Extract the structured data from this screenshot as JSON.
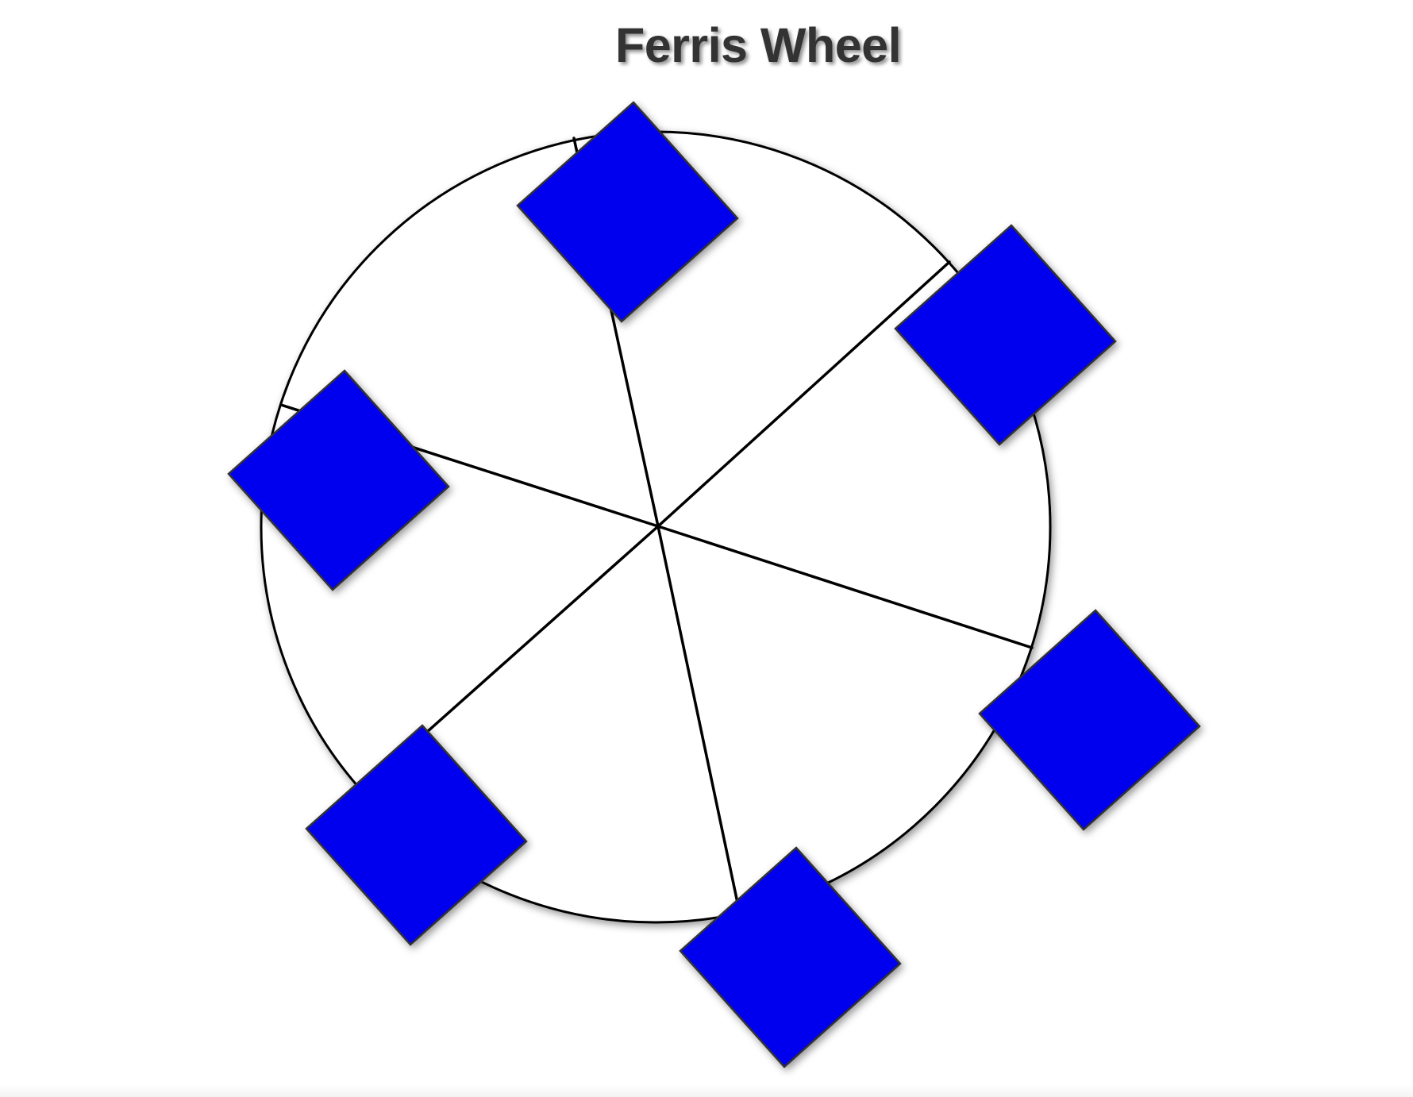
{
  "page": {
    "title": "Ferris Wheel"
  },
  "wheel": {
    "spoke_count": 6,
    "cabin_count": 6,
    "colors": {
      "rim": "#000000",
      "spoke": "#000000",
      "cabin_fill": "#0000ee",
      "cabin_stroke": "#333333",
      "title": "#333333",
      "background": "#ffffff"
    }
  }
}
